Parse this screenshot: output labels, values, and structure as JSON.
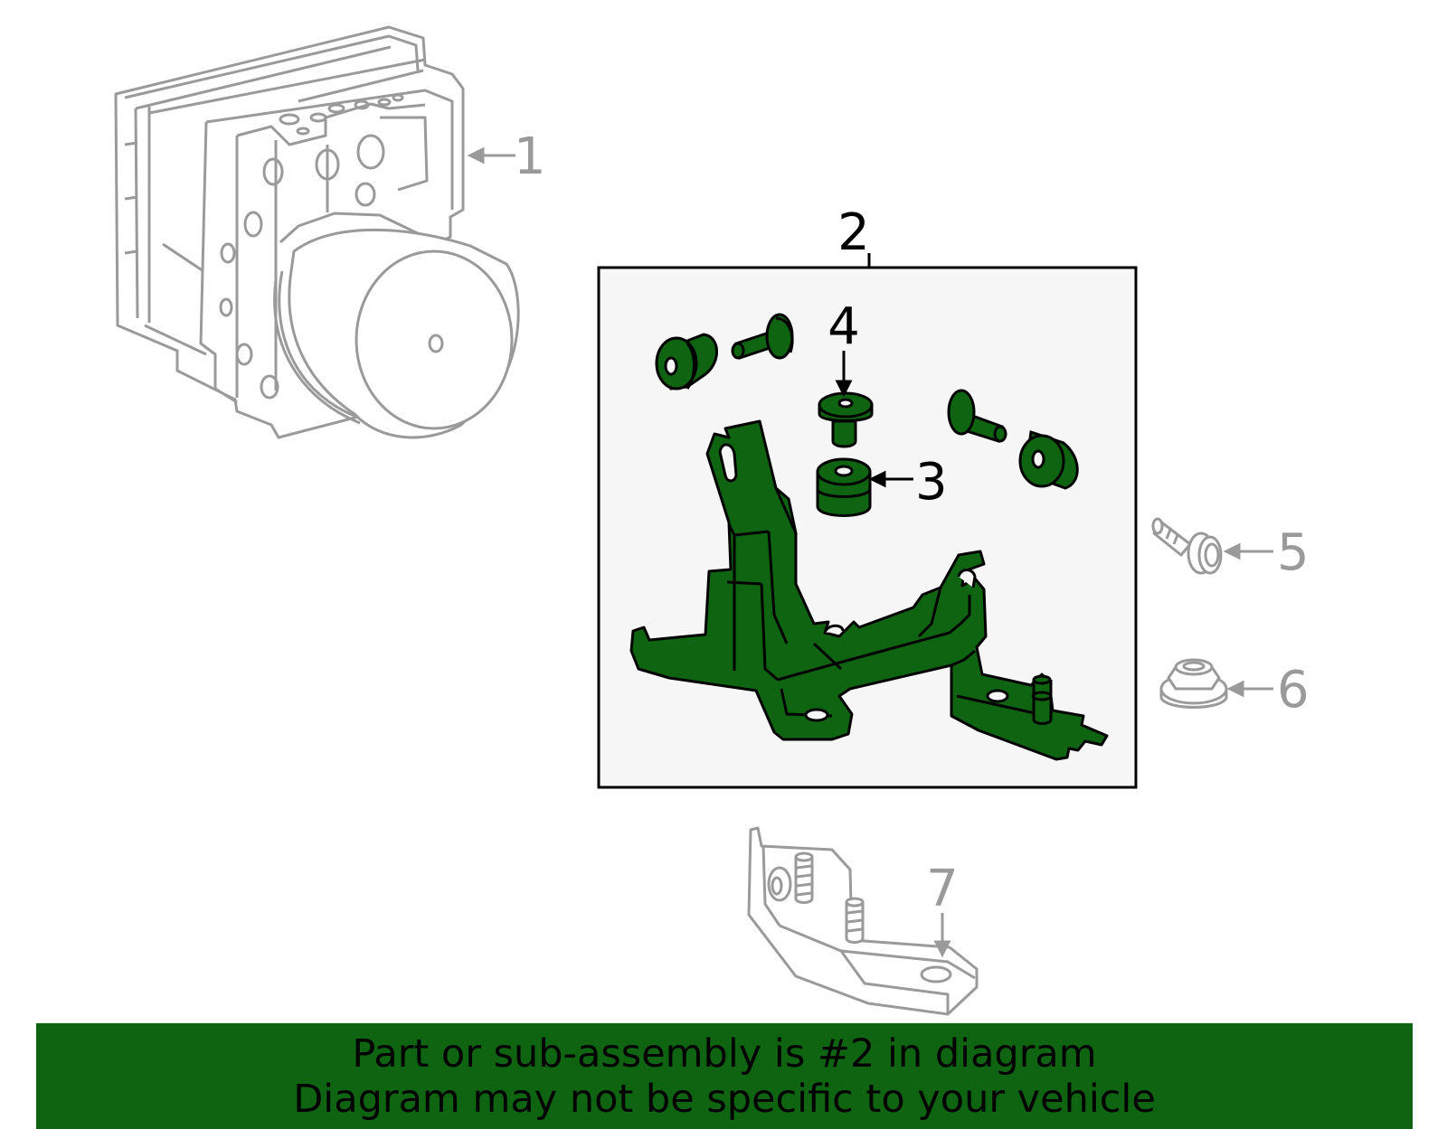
{
  "diagram": {
    "callouts": [
      {
        "id": "1",
        "label": "1"
      },
      {
        "id": "2",
        "label": "2"
      },
      {
        "id": "3",
        "label": "3"
      },
      {
        "id": "4",
        "label": "4"
      },
      {
        "id": "5",
        "label": "5"
      },
      {
        "id": "6",
        "label": "6"
      },
      {
        "id": "7",
        "label": "7"
      }
    ]
  },
  "banner": {
    "line1": "Part or sub-assembly is #2 in diagram",
    "line2": "Diagram may not be specific to your vehicle"
  },
  "colors": {
    "highlight_part": "#0e6410",
    "banner_background": "#0e6410",
    "other_parts": "#9a9a9a",
    "callout_box_fill": "#f6f6f6"
  }
}
